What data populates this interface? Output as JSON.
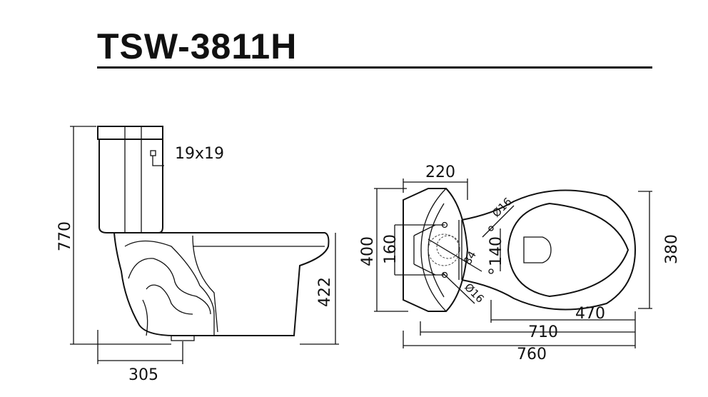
{
  "title": "TSW-3811H",
  "side_view": {
    "hole_label": "19x19",
    "height_total": "770",
    "seat_height": "422",
    "rough_in": "305"
  },
  "top_view": {
    "tank_width": "220",
    "tank_depth": "400",
    "bolt_spacing_tank": "160",
    "seat_bolt_spacing": "140",
    "hole_diameter_top": "Ø16",
    "hole_diameter_bottom": "Ø16",
    "outlet_diameter": "84",
    "bowl_width": "380",
    "bowl_length": "470",
    "length_710": "710",
    "total_length": "760"
  }
}
